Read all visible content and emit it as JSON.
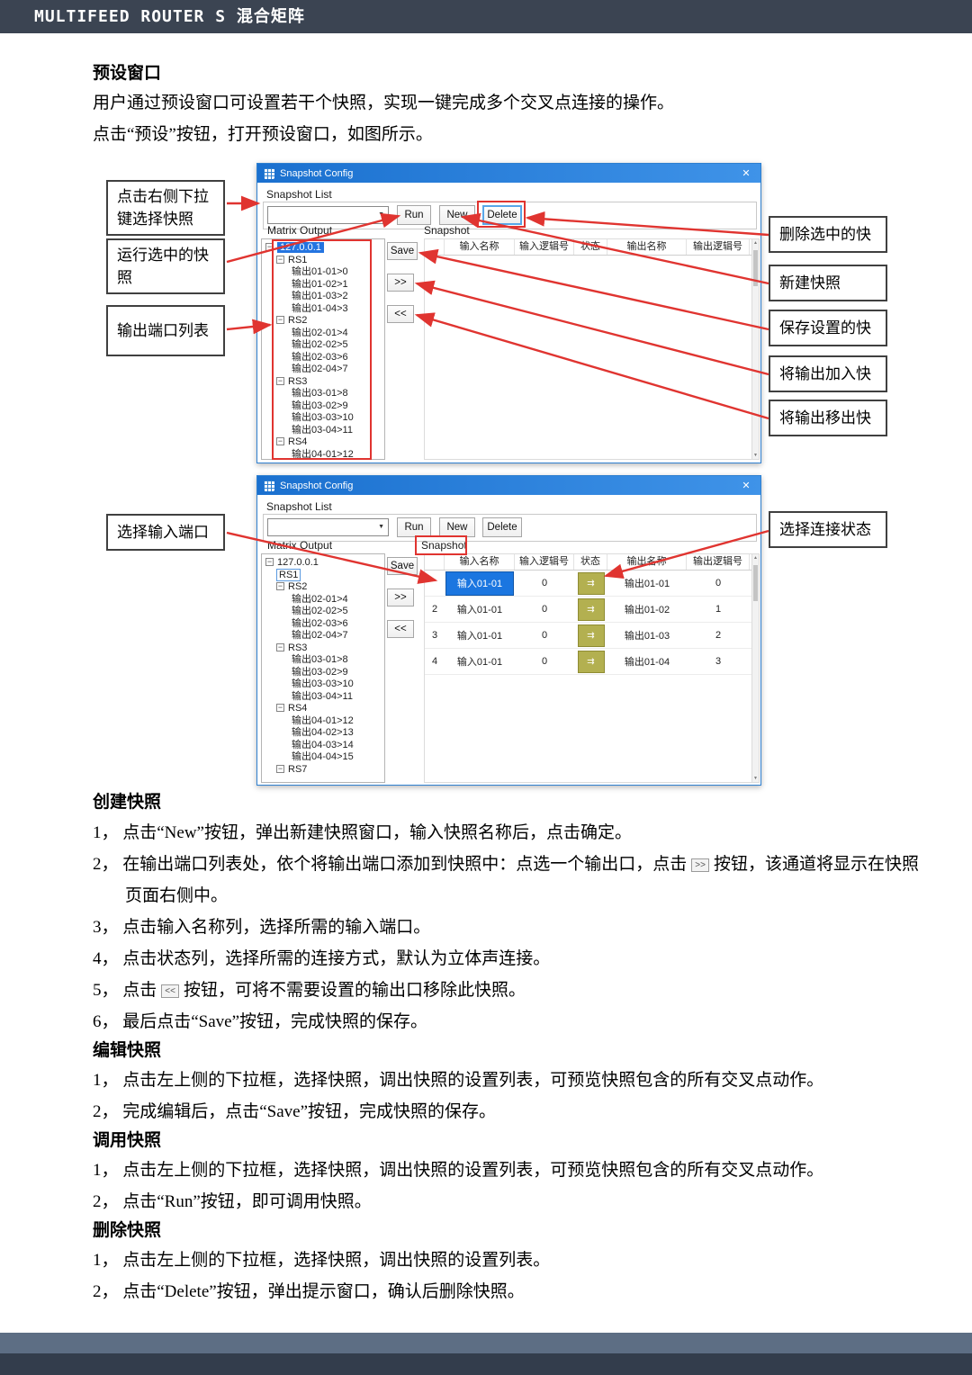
{
  "header": {
    "title": "MULTIFEED ROUTER S 混合矩阵"
  },
  "intro": {
    "heading": "预设窗口",
    "p1": "用户通过预设窗口可设置若干个快照，实现一键完成多个交叉点连接的操作。",
    "p2": "点击“预设”按钮，打开预设窗口，如图所示。"
  },
  "glyphs": {
    "close": "✕",
    "dropdown": "▼",
    "expander": "−",
    "up": "▲",
    "down": "▼",
    "status": "⇉",
    "add": ">>",
    "remove": "<<"
  },
  "win": {
    "title": "Snapshot Config",
    "snapshot_list": "Snapshot List",
    "combo_value": "",
    "run": "Run",
    "new": "New",
    "delete": "Delete",
    "save": "Save",
    "add": ">>",
    "remove": "<<",
    "matrix_output": "Matrix Output",
    "snapshot": "Snapshot",
    "headers": [
      "输入名称",
      "输入逻辑号",
      "状态",
      "输出名称",
      "输出逻辑号"
    ]
  },
  "tree1": [
    {
      "t": "127.0.0.1"
    },
    {
      "t": "RS1"
    },
    {
      "t": "输出01-01>0"
    },
    {
      "t": "输出01-02>1"
    },
    {
      "t": "输出01-03>2"
    },
    {
      "t": "输出01-04>3"
    },
    {
      "t": "RS2"
    },
    {
      "t": "输出02-01>4"
    },
    {
      "t": "输出02-02>5"
    },
    {
      "t": "输出02-03>6"
    },
    {
      "t": "输出02-04>7"
    },
    {
      "t": "RS3"
    },
    {
      "t": "输出03-01>8"
    },
    {
      "t": "输出03-02>9"
    },
    {
      "t": "输出03-03>10"
    },
    {
      "t": "输出03-04>11"
    },
    {
      "t": "RS4"
    },
    {
      "t": "输出04-01>12"
    }
  ],
  "tree2": [
    {
      "t": "127.0.0.1"
    },
    {
      "t": "RS1"
    },
    {
      "t": "RS2"
    },
    {
      "t": "输出02-01>4"
    },
    {
      "t": "输出02-02>5"
    },
    {
      "t": "输出02-03>6"
    },
    {
      "t": "输出02-04>7"
    },
    {
      "t": "RS3"
    },
    {
      "t": "输出03-01>8"
    },
    {
      "t": "输出03-02>9"
    },
    {
      "t": "输出03-03>10"
    },
    {
      "t": "输出03-04>11"
    },
    {
      "t": "RS4"
    },
    {
      "t": "输出04-01>12"
    },
    {
      "t": "输出04-02>13"
    },
    {
      "t": "输出04-03>14"
    },
    {
      "t": "输出04-04>15"
    },
    {
      "t": "RS7"
    }
  ],
  "rows": [
    {
      "num": "",
      "input": "输入01-01",
      "in_no": "0",
      "output": "输出01-01",
      "out_no": "0"
    },
    {
      "num": "2",
      "input": "输入01-01",
      "in_no": "0",
      "output": "输出01-02",
      "out_no": "1"
    },
    {
      "num": "3",
      "input": "输入01-01",
      "in_no": "0",
      "output": "输出01-03",
      "out_no": "2"
    },
    {
      "num": "4",
      "input": "输入01-01",
      "in_no": "0",
      "output": "输出01-04",
      "out_no": "3"
    }
  ],
  "callouts": {
    "w1_left1": "点击右侧下拉键选择快照",
    "w1_left2": "运行选中的快照",
    "w1_left3": "输出端口列表",
    "w1_right1": "删除选中的快",
    "w1_right2": "新建快照",
    "w1_right3": "保存设置的快",
    "w1_right4": "将输出加入快",
    "w1_right5": "将输出移出快",
    "w2_left": "选择输入端口",
    "w2_right": "选择连接状态"
  },
  "sections": {
    "create": {
      "heading": "创建快照",
      "s1": "1， 点击“New”按钮，弹出新建快照窗口，输入快照名称后，点击确定。",
      "s2_pre": "2， 在输出端口列表处，依个将输出端口添加到快照中：点选一个输出口，点击",
      "s2_post": "按钮，该通道将显示在快照",
      "s2_cont": "页面右侧中。",
      "s3": "3， 点击输入名称列，选择所需的输入端口。",
      "s4": "4， 点击状态列，选择所需的连接方式，默认为立体声连接。",
      "s5_pre": "5， 点击",
      "s5_post": "按钮，可将不需要设置的输出口移除此快照。",
      "s6": "6， 最后点击“Save”按钮，完成快照的保存。"
    },
    "edit": {
      "heading": "编辑快照",
      "s1": "1， 点击左上侧的下拉框，选择快照，调出快照的设置列表，可预览快照包含的所有交叉点动作。",
      "s2": "2， 完成编辑后，点击“Save”按钮，完成快照的保存。"
    },
    "invoke": {
      "heading": "调用快照",
      "s1": "1， 点击左上侧的下拉框，选择快照，调出快照的设置列表，可预览快照包含的所有交叉点动作。",
      "s2": "2， 点击“Run”按钮，即可调用快照。"
    },
    "remove": {
      "heading": "删除快照",
      "s1": "1， 点击左上侧的下拉框，选择快照，调出快照的设置列表。",
      "s2": "2， 点击“Delete”按钮，弹出提示窗口，确认后删除快照。"
    }
  },
  "colors": {
    "accent_red": "#e03430",
    "titlebar_blue": "#1f78d6",
    "selection_blue": "#1b76e0",
    "status_olive": "#b3b050",
    "header_bar": "#3b4452"
  }
}
